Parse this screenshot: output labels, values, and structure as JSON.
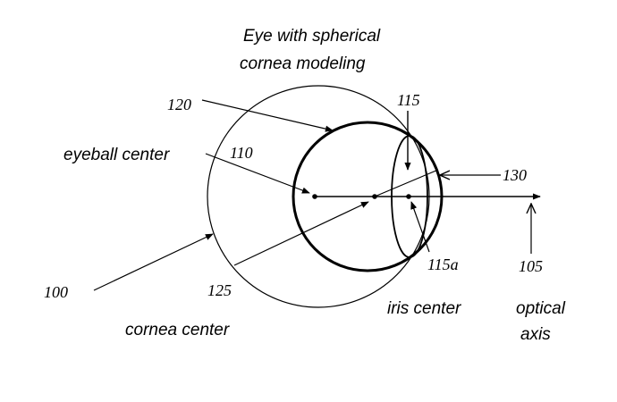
{
  "title_line1": "Eye with spherical",
  "title_line2": "cornea modeling",
  "labels": {
    "eyeball_center": "eyeball center",
    "cornea_center": "cornea center",
    "iris_center": "iris center",
    "optical_axis_1": "optical",
    "optical_axis_2": "axis"
  },
  "refs": {
    "r100": "100",
    "r105": "105",
    "r110": "110",
    "r115": "115",
    "r115a": "115a",
    "r120": "120",
    "r125": "125",
    "r130": "130"
  }
}
